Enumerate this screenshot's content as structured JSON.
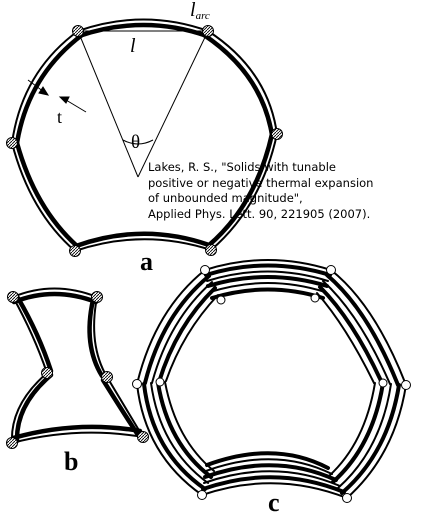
{
  "figure": {
    "labels": {
      "length": "l",
      "arc_length_main": "l",
      "arc_length_sub": "arc",
      "thickness": "t",
      "angle": "θ",
      "panel_a": "a",
      "panel_b": "b",
      "panel_c": "c"
    },
    "citation": {
      "line1": "Lakes, R. S., \"Solids with tunable",
      "line2": "positive or negative thermal expansion",
      "line3": "of unbounded magnitude\",",
      "line4": "Applied Phys. Lett.  90, 221905 (2007)."
    },
    "colors": {
      "stroke": "#000000",
      "background": "#ffffff",
      "node_fill": "#8a8a8a"
    }
  }
}
